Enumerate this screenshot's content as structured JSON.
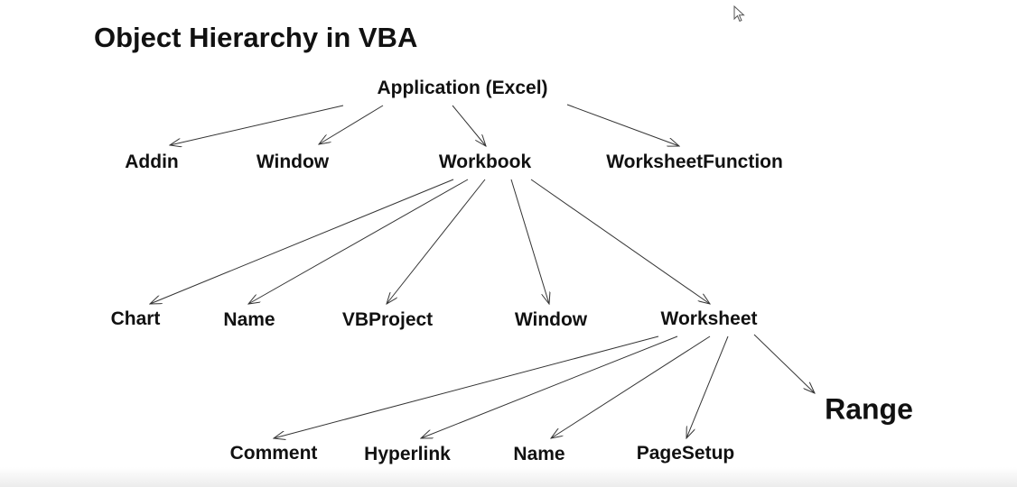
{
  "title": "Object Hierarchy in VBA",
  "nodes": {
    "application": "Application (Excel)",
    "addin": "Addin",
    "window_app": "Window",
    "workbook": "Workbook",
    "worksheet_function": "WorksheetFunction",
    "chart": "Chart",
    "name_wb": "Name",
    "vbproject": "VBProject",
    "window_wb": "Window",
    "worksheet": "Worksheet",
    "range": "Range",
    "comment": "Comment",
    "hyperlink": "Hyperlink",
    "name_ws": "Name",
    "pagesetup": "PageSetup"
  },
  "edges": [
    [
      "application",
      "addin"
    ],
    [
      "application",
      "window_app"
    ],
    [
      "application",
      "workbook"
    ],
    [
      "application",
      "worksheet_function"
    ],
    [
      "workbook",
      "chart"
    ],
    [
      "workbook",
      "name_wb"
    ],
    [
      "workbook",
      "vbproject"
    ],
    [
      "workbook",
      "window_wb"
    ],
    [
      "workbook",
      "worksheet"
    ],
    [
      "worksheet",
      "comment"
    ],
    [
      "worksheet",
      "hyperlink"
    ],
    [
      "worksheet",
      "name_ws"
    ],
    [
      "worksheet",
      "pagesetup"
    ],
    [
      "worksheet",
      "range"
    ]
  ],
  "colors": {
    "text": "#111111",
    "line": "#333333",
    "background": "#ffffff"
  },
  "icons": {
    "cursor": "mouse-pointer-icon"
  }
}
